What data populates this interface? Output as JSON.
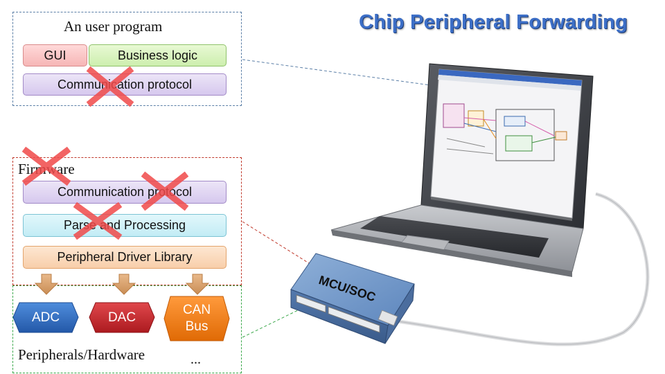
{
  "title": "Chip Peripheral Forwarding",
  "user_program": {
    "label": "An user program",
    "gui": "GUI",
    "business_logic": "Business logic",
    "communication_protocol": "Communication protocol"
  },
  "firmware": {
    "label": "Firmware",
    "communication_protocol": "Communication protocol",
    "parse_processing": "Parse and Processing",
    "driver_library": "Peripheral Driver Library"
  },
  "peripherals": {
    "label": "Peripherals/Hardware",
    "adc": "ADC",
    "dac": "DAC",
    "can_line1": "CAN",
    "can_line2": "Bus",
    "more": "..."
  },
  "device": {
    "label": "MCU/SOC"
  },
  "colors": {
    "title": "#3d6fc7",
    "cross": "#f04a4a",
    "adc": "#2f6fc0",
    "dac": "#c8262b",
    "can": "#f07a12"
  }
}
